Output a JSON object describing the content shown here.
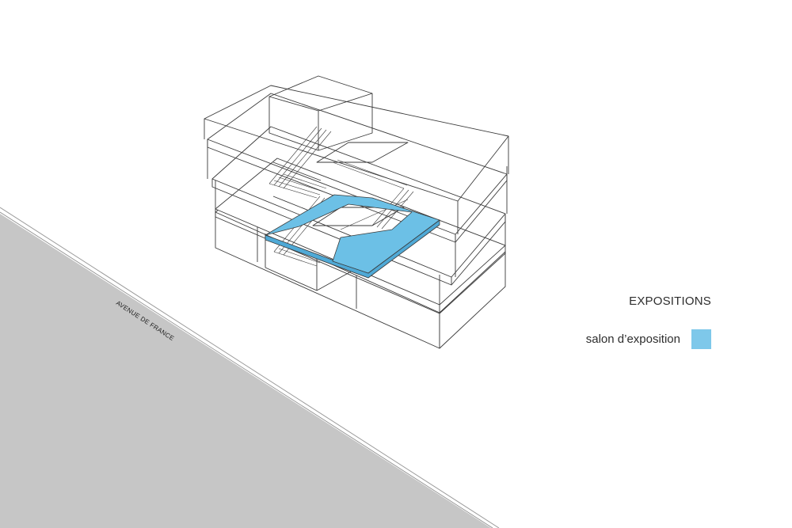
{
  "street": {
    "name": "AVENUE DE FRANCE",
    "fill_color": "#c6c6c6"
  },
  "legend": {
    "title": "EXPOSITIONS",
    "items": [
      {
        "label": "salon d’exposition",
        "color": "#7ec8ea"
      }
    ]
  },
  "colors": {
    "highlight_floor": "#6cc0e6",
    "wireframe": "#3a3a3a"
  }
}
